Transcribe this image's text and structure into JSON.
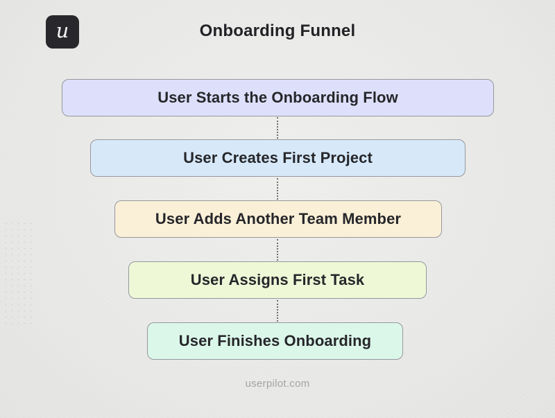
{
  "page": {
    "title": "Onboarding Funnel",
    "footer": "userpilot.com",
    "logo_letter": "u"
  },
  "funnel": {
    "steps": [
      {
        "label": "User Starts the Onboarding Flow",
        "color": "#dee0fb"
      },
      {
        "label": "User Creates First Project",
        "color": "#d7e9f9"
      },
      {
        "label": "User Adds Another Team Member",
        "color": "#faf0d8"
      },
      {
        "label": "User Assigns First Task",
        "color": "#eef8d7"
      },
      {
        "label": "User Finishes Onboarding",
        "color": "#dbf7ea"
      }
    ],
    "step_border_color": "#96979d",
    "step_text_color": "#26262a",
    "connector_color": "#56565b"
  },
  "colors": {
    "background": "#e9e9e7",
    "logo_background": "#28282c",
    "title_text": "#222226",
    "footer_text": "#a3a3a3"
  }
}
